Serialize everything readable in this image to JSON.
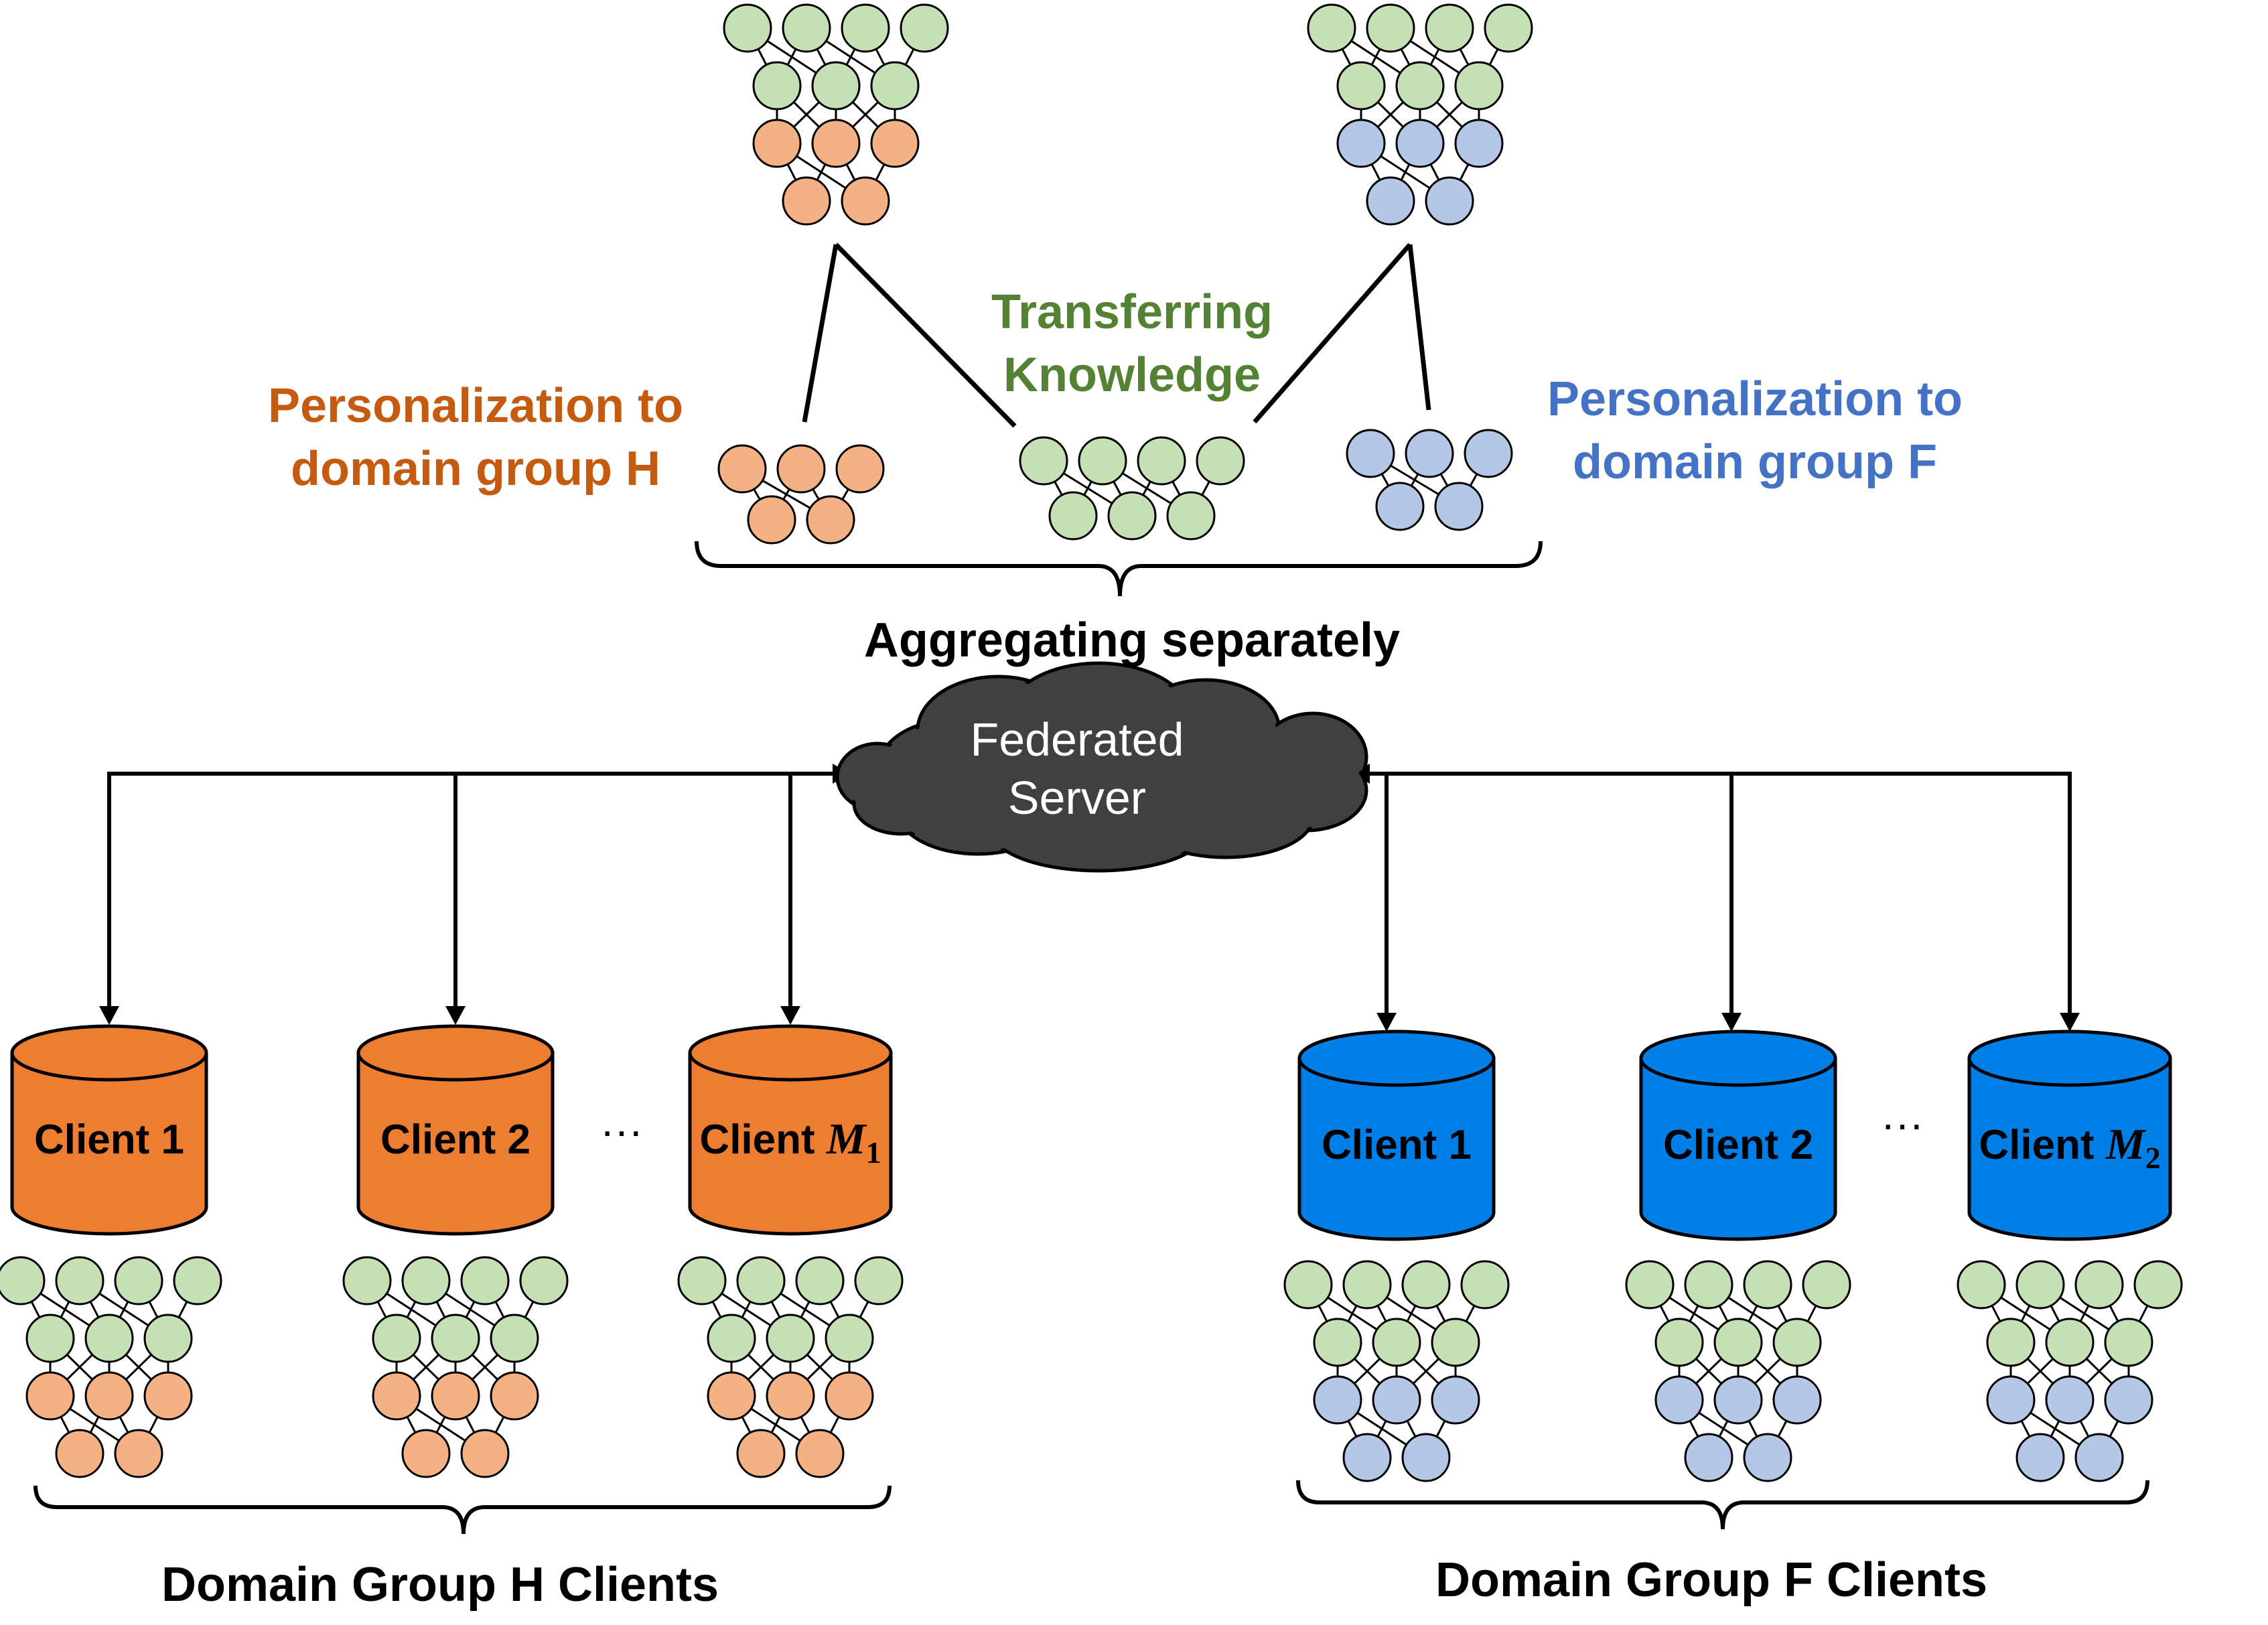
{
  "colors": {
    "green": "#C5E0B4",
    "orange_node": "#F4B183",
    "blue_node": "#B4C7E7",
    "orange_db": "#ED7D31",
    "blue_db": "#0080E6",
    "personal_h": "#C55A11",
    "personal_f": "#4472C4",
    "transfer": "#548235",
    "cloud": "#404040"
  },
  "labels": {
    "transferring_line1": "Transferring",
    "transferring_line2": "Knowledge",
    "personal_h_line1": "Personalization to",
    "personal_h_line2": "domain group H",
    "personal_f_line1": "Personalization to",
    "personal_f_line2": "domain group F",
    "aggregating": "Aggregating separately",
    "server_line1": "Federated",
    "server_line2": "Server",
    "group_h": "Domain Group H Clients",
    "group_f": "Domain Group F Clients",
    "ellipsis": "···"
  },
  "clients_h": [
    {
      "name": "Client 1"
    },
    {
      "name": "Client 2"
    },
    {
      "name": "Client ",
      "var": "M",
      "sub": "1"
    }
  ],
  "clients_f": [
    {
      "name": "Client 1"
    },
    {
      "name": "Client 2"
    },
    {
      "name": "Client ",
      "var": "M",
      "sub": "2"
    }
  ]
}
